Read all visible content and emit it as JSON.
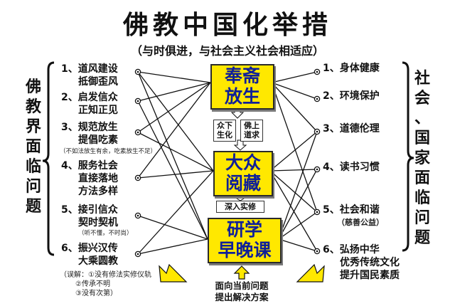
{
  "title": "佛教中国化举措",
  "subtitle": "（与时俱进，与社会主义社会相适应）",
  "left_heading": "佛教界面临问题",
  "right_heading": "社会、国家面临问题",
  "left_items": [
    {
      "line1": "1、道风建设",
      "line2": "抵御歪风",
      "note": ""
    },
    {
      "line1": "2、启发信众",
      "line2": "正知正见",
      "note": ""
    },
    {
      "line1": "3、规范放生",
      "line2": "提倡吃素",
      "note": "（不如法放生有余，吃素放生不足）"
    },
    {
      "line1": "4、服务社会",
      "line2": "直接落地",
      "line3": "方法多样",
      "note": ""
    },
    {
      "line1": "5、接引信众",
      "line2": "契时契机",
      "note": "（听不懂，不时尚）"
    },
    {
      "line1": "6、振兴汉传",
      "line2": "大乘圆教",
      "note": ""
    }
  ],
  "left_footnote": {
    "line1": "（误解：①没有修法实修仪轨",
    "line2": "②传承不明",
    "line3": "③没有次第）"
  },
  "center": {
    "box1": "奉斋放生",
    "box2": "大众阅藏",
    "box3": "研学早晚课",
    "box1_lines": [
      "奉斋",
      "放生"
    ],
    "box2_lines": [
      "大众",
      "阅藏"
    ],
    "box3_lines": [
      "研学",
      "早晚课"
    ],
    "mid_left": [
      "众下",
      "生化"
    ],
    "mid_right": [
      "佛上",
      "道求"
    ],
    "mid2": "深入实修"
  },
  "right_items": [
    {
      "line1": "1、身体健康",
      "line2": "",
      "line3": "",
      "note": ""
    },
    {
      "line1": "2、环境保护",
      "line2": "",
      "line3": "",
      "note": ""
    },
    {
      "line1": "3、道德伦理",
      "line2": "",
      "line3": "",
      "note": ""
    },
    {
      "line1": "4、读书习惯",
      "line2": "",
      "line3": "",
      "note": ""
    },
    {
      "line1": "5、社会和谐",
      "line2": "",
      "line3": "",
      "note": "（慈善公益）"
    },
    {
      "line1": "6、弘扬中华",
      "line2": "优秀传统文化",
      "line3": "提升国民素质",
      "note": ""
    }
  ],
  "bottom_text": [
    "面向当前问题",
    "提出解决方案"
  ],
  "colors": {
    "box_fill": "#ffe800",
    "box_text": "#0f1f99",
    "arrow_fill": "#ffe800",
    "line": "#111111"
  }
}
